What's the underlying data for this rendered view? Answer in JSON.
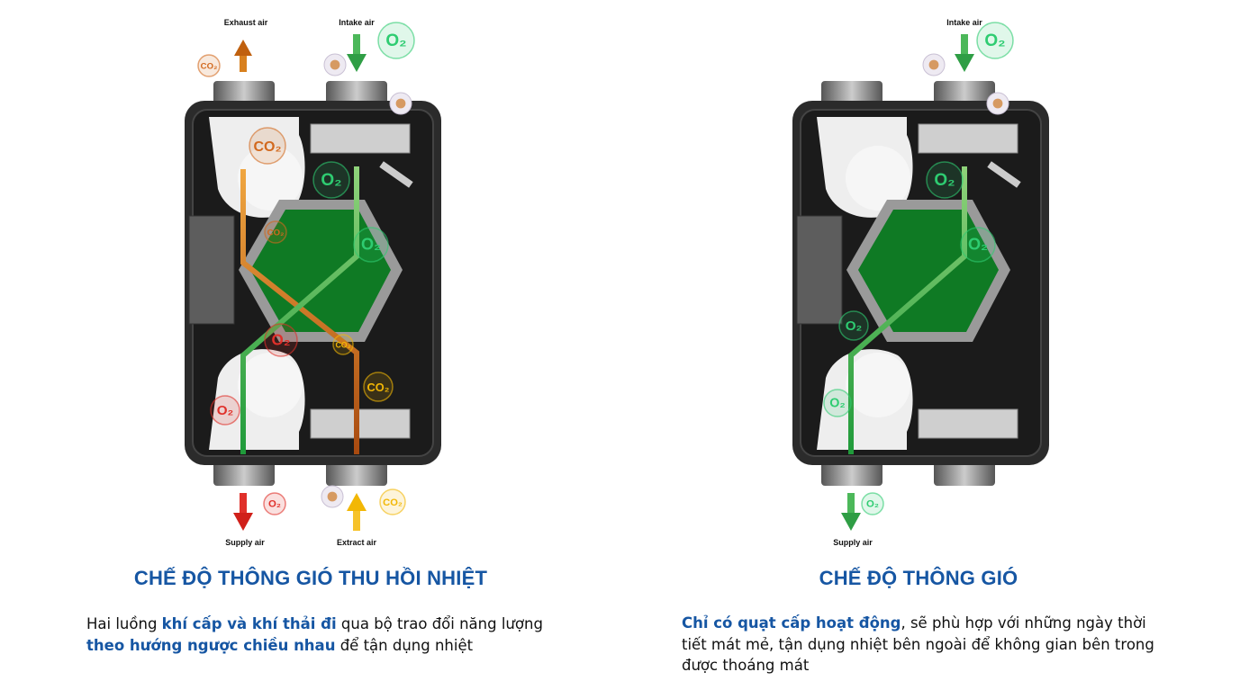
{
  "labels": {
    "o2": "O₂",
    "co2": "CO₂"
  },
  "colors": {
    "accent_blue": "#1656a3",
    "o2_green": "#2ecc71",
    "co2_orange": "#d2691e",
    "o2_red": "#e0302a",
    "co2_yellow": "#f2b705",
    "exchanger_green": "#0f7a24"
  },
  "left_panel": {
    "air_labels": {
      "exhaust": "Exhaust air",
      "intake": "Intake air",
      "supply": "Supply air",
      "extract": "Extract air"
    },
    "title": "CHẾ ĐỘ THÔNG GIÓ THU HỒI NHIỆT",
    "desc": {
      "p1": "Hai luồng ",
      "b1": "khí cấp và khí thải đi",
      "p2": " qua bộ trao đổi năng lượng ",
      "b2": "theo hướng ngược chiều nhau",
      "p3": " để tận dụng nhiệt"
    }
  },
  "right_panel": {
    "air_labels": {
      "intake": "Intake air",
      "supply": "Supply air"
    },
    "title": "CHẾ ĐỘ THÔNG GIÓ",
    "desc": {
      "b1": "Chỉ có quạt cấp hoạt động",
      "p1": ", sẽ phù hợp với những ngày thời tiết mát mẻ, tận dụng nhiệt bên ngoài để không gian bên trong được thoáng mát"
    }
  }
}
